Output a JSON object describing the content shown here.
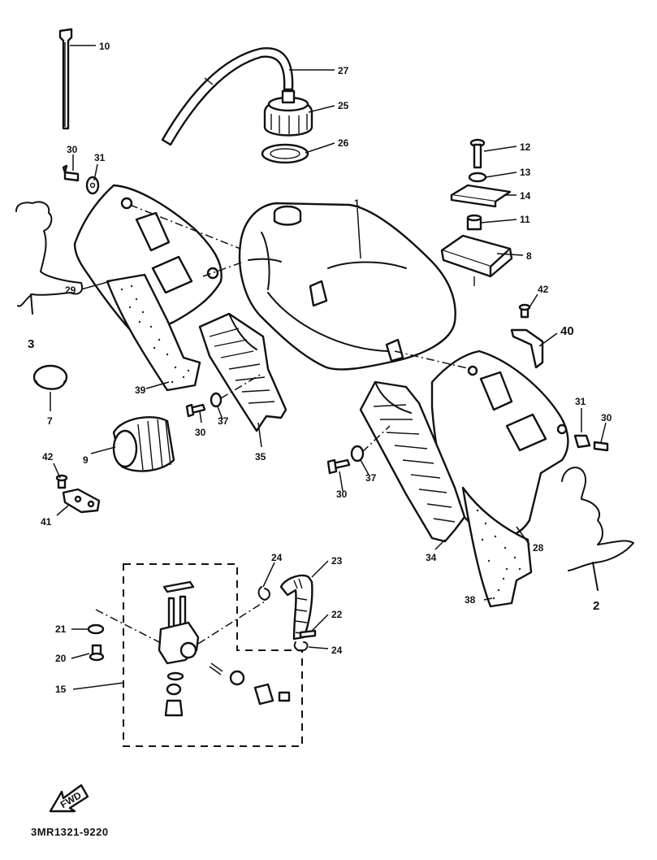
{
  "drawing_code": "3MR1321-9220",
  "front_mark": "FWD",
  "callouts": {
    "c1": "1",
    "c2": "2",
    "c3": "3",
    "c7": "7",
    "c8": "8",
    "c9": "9",
    "c10": "10",
    "c11": "11",
    "c12": "12",
    "c13": "13",
    "c14": "14",
    "c15": "15",
    "c20": "20",
    "c21": "21",
    "c22": "22",
    "c23": "23",
    "c24a": "24",
    "c24b": "24",
    "c25": "25",
    "c26": "26",
    "c27": "27",
    "c28": "28",
    "c29": "29",
    "c30a": "30",
    "c30b": "30",
    "c30c": "30",
    "c30d": "30",
    "c31a": "31",
    "c31b": "31",
    "c34": "34",
    "c35": "35",
    "c37a": "37",
    "c37b": "37",
    "c38": "38",
    "c39": "39",
    "c40": "40",
    "c41": "41",
    "c42a": "42",
    "c42b": "42"
  }
}
